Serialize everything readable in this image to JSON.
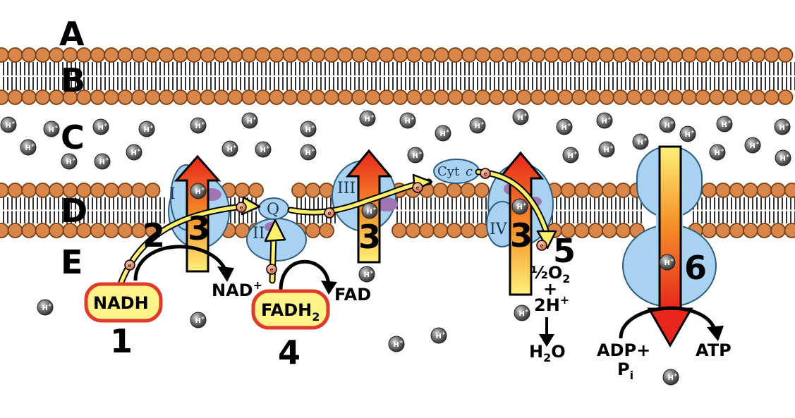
{
  "regions": {
    "a": "A",
    "b": "B",
    "c": "C",
    "d": "D",
    "e": "E"
  },
  "steps": {
    "s1": "1",
    "s2": "2",
    "s3": "3",
    "s4": "4",
    "s5": "5",
    "s6": "6"
  },
  "complexes": {
    "c1": "I",
    "c2": "II",
    "c3": "III",
    "c4": "IV",
    "q": "Q",
    "cyt": "Cyt",
    "cyt_c": "c"
  },
  "molecules": {
    "nadh": "NADH",
    "nad": "NAD",
    "nad_sup": "+",
    "fadh": "FADH",
    "fadh_sub": "2",
    "fad": "FAD",
    "half_o2": "½O",
    "o2_sub": "2",
    "plus": "+",
    "two_h": "2H",
    "two_h_sup": "+",
    "h2o_h": "H",
    "h2o_sub": "2",
    "h2o_o": "O",
    "adp": "ADP+",
    "pi": "P",
    "pi_sub": "i",
    "atp": "ATP"
  },
  "tokens": {
    "proton": "H",
    "proton_sup": "+",
    "electron": "e"
  },
  "colors": {
    "lipid_head": "#d9864a",
    "lipid_outline": "#7a3e12",
    "protein": "#a8d2ef",
    "protein_outline": "#2e5d82",
    "pocket": "#9f76b3",
    "electron_path": "#fff06a",
    "nadh_fill": "#fff38a",
    "nadh_border": "#e03a2a"
  }
}
